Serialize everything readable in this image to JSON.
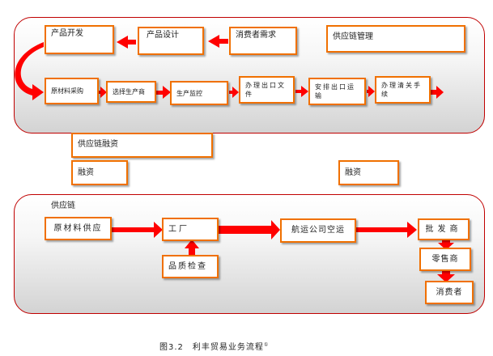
{
  "top": {
    "boxes": {
      "product_dev": "产品开发",
      "product_design": "产品设计",
      "consumer_demand": "消费者需求",
      "scm": "供应链管理",
      "raw_purchase": "原材料采购",
      "choose_supplier": "选择生产商",
      "prod_monitor": "生产监控",
      "export_docs": "办理出口文件",
      "arrange_transport": "安排出口运输",
      "customs": "办理清关手续"
    }
  },
  "middle": {
    "finance_title": "供应链融资",
    "finance_left": "融资",
    "finance_right": "融资"
  },
  "bottom": {
    "panel_label": "供应链",
    "raw_supply": "原材料供应",
    "factory": "工厂",
    "quality": "品质检查",
    "shipping": "航运公司空运",
    "wholesaler": "批发商",
    "retailer": "零售商",
    "consumer": "消费者"
  },
  "caption": {
    "text": "图3.2　利丰贸易业务流程",
    "note": "①"
  },
  "colors": {
    "arrow": "#ff0000",
    "box_border": "#f07000",
    "panel_border": "#c00000"
  }
}
